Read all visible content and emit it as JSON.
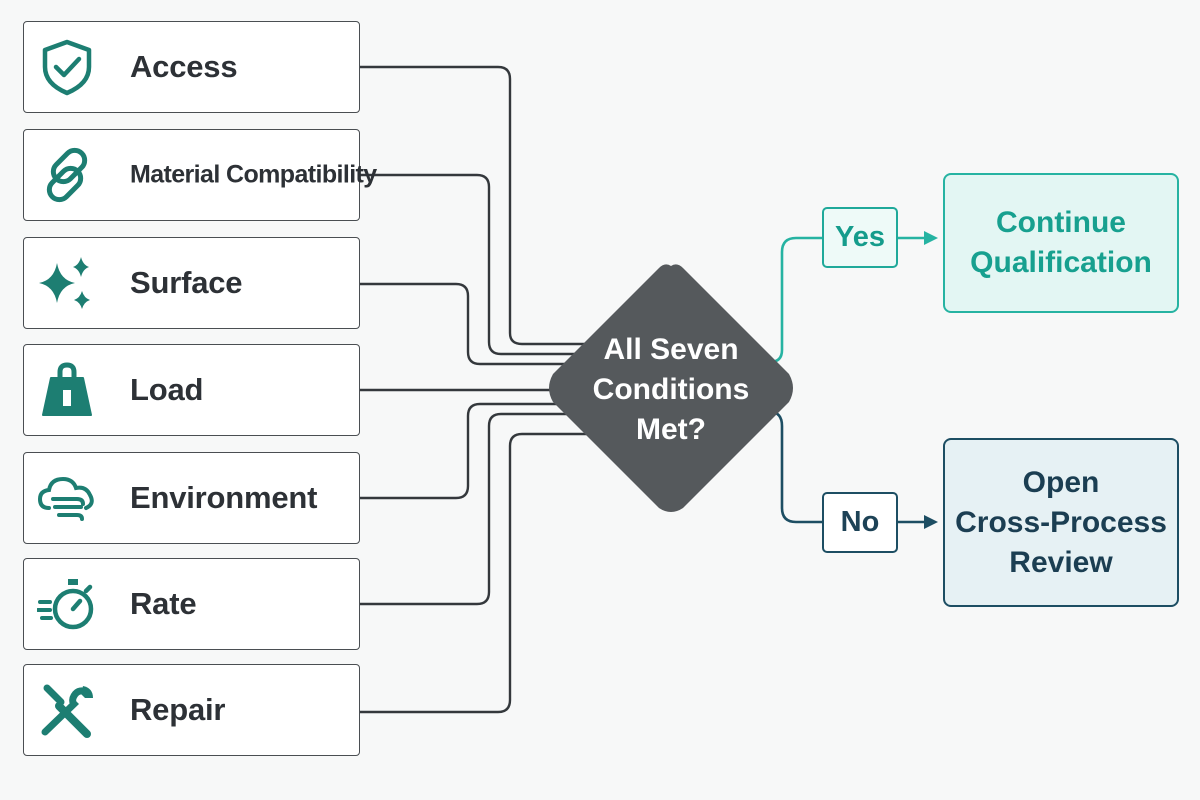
{
  "conditions": [
    {
      "label": "Access",
      "icon": "shield-check-icon"
    },
    {
      "label": "Material Compatibility",
      "icon": "chain-link-icon"
    },
    {
      "label": "Surface",
      "icon": "sparkle-icon"
    },
    {
      "label": "Load",
      "icon": "weight-icon"
    },
    {
      "label": "Environment",
      "icon": "cloud-wind-icon"
    },
    {
      "label": "Rate",
      "icon": "stopwatch-icon"
    },
    {
      "label": "Repair",
      "icon": "tools-icon"
    }
  ],
  "decision": {
    "lines": [
      "All Seven",
      "Conditions",
      "Met?"
    ]
  },
  "branches": {
    "yes": {
      "label": "Yes",
      "outcome_lines": [
        "Continue",
        "Qualification"
      ]
    },
    "no": {
      "label": "No",
      "outcome_lines": [
        "Open",
        "Cross-Process",
        "Review"
      ]
    }
  },
  "colors": {
    "teal": "#1d7e72",
    "yes_accent": "#26b3a2",
    "no_accent": "#1d4e63",
    "decision_fill": "#55595c",
    "wire": "#34383c"
  }
}
